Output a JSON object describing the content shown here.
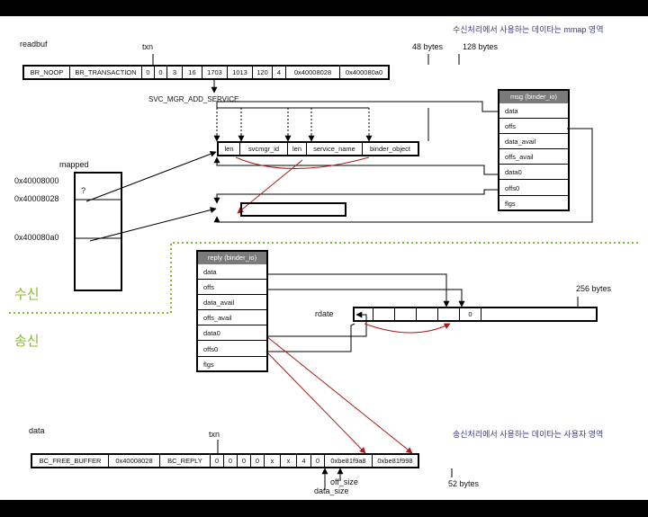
{
  "top_note": "수신처리에서 사용하는 데이타는 mmap 영역",
  "bottom_note": "송신처리에서 사용하는 데이타는 사용자 영역",
  "readbuf": {
    "label": "readbuf",
    "txn_label": "txn",
    "size_48": "48 bytes",
    "size_128": "128 bytes",
    "cells": [
      "BR_NOOP",
      "BR_TRANSACTION",
      "0",
      "0",
      "3",
      "16",
      "1703",
      "1013",
      "120",
      "4",
      "0x40008028",
      "0x400080a0"
    ],
    "cmd_label": "SVC_MGR_ADD_SERVICE"
  },
  "txn_record": {
    "cells": [
      "len",
      "svcmgr_id",
      "len",
      "service_name",
      "binder_object"
    ]
  },
  "mapped": {
    "label": "mapped",
    "mark": "?",
    "addr0": "0x40008000",
    "addr1": "0x40008028",
    "addr2": "0x400080a0"
  },
  "msg": {
    "title": "msg (binder_io)",
    "rows": [
      "data",
      "offs",
      "data_avail",
      "offs_avail",
      "data0",
      "offs0",
      "flgs"
    ]
  },
  "reply": {
    "title": "reply (binder_io)",
    "rows": [
      "data",
      "offs",
      "data_avail",
      "offs_avail",
      "data0",
      "offs0",
      "flgs"
    ]
  },
  "side_labels": {
    "receive": "수신",
    "send": "송신"
  },
  "rdata": {
    "label": "rdate",
    "size": "256 bytes",
    "zero": "0"
  },
  "data_buf": {
    "label": "data",
    "txn_label": "txn",
    "size": "52 bytes",
    "cells": [
      "BC_FREE_BUFFER",
      "0x40008028",
      "BC_REPLY",
      "0",
      "0",
      "0",
      "0",
      "x",
      "x",
      "4",
      "0",
      "0xbe81f9a8",
      "0xbe81f998"
    ],
    "off_size_label": "off_size",
    "data_size_label": "data_size"
  },
  "colors": {
    "arrow_red": "#b01818",
    "divider_green": "#8ab830",
    "header_gray": "#7a7a7a",
    "note_blue": "#3c3c7a"
  }
}
